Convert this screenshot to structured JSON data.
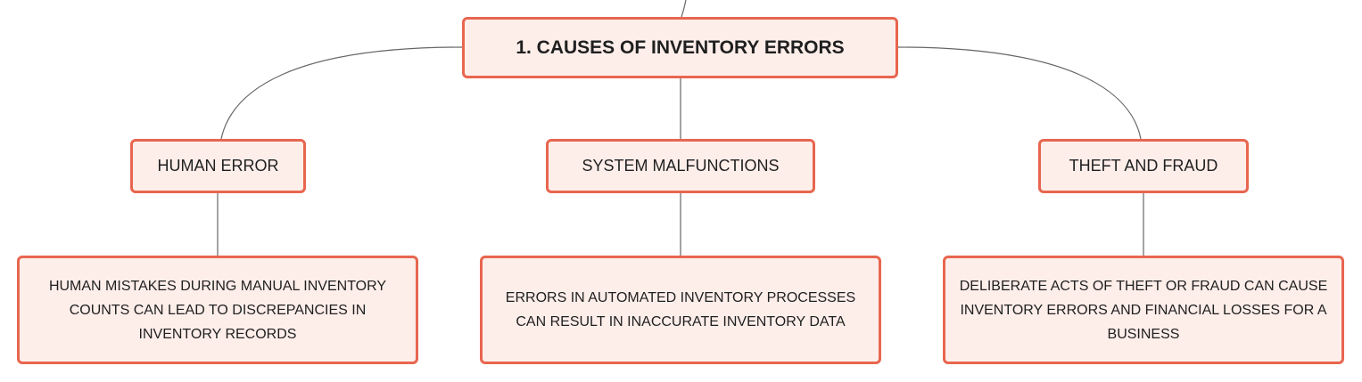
{
  "diagram": {
    "root": {
      "label": "1. CAUSES OF INVENTORY ERRORS"
    },
    "branches": [
      {
        "label": "HUMAN ERROR",
        "detail": "HUMAN MISTAKES DURING MANUAL INVENTORY COUNTS CAN LEAD TO DISCREPANCIES IN INVENTORY RECORDS"
      },
      {
        "label": "SYSTEM MALFUNCTIONS",
        "detail": "ERRORS IN AUTOMATED INVENTORY PROCESSES CAN RESULT IN INACCURATE INVENTORY DATA"
      },
      {
        "label": "THEFT AND FRAUD",
        "detail": "DELIBERATE ACTS OF THEFT OR FRAUD CAN CAUSE INVENTORY ERRORS AND FINANCIAL LOSSES FOR A BUSINESS"
      }
    ]
  },
  "colors": {
    "node_border": "#e8664f",
    "node_fill": "#fdeeea",
    "connector": "#666666",
    "text": "#1f1f1f"
  }
}
